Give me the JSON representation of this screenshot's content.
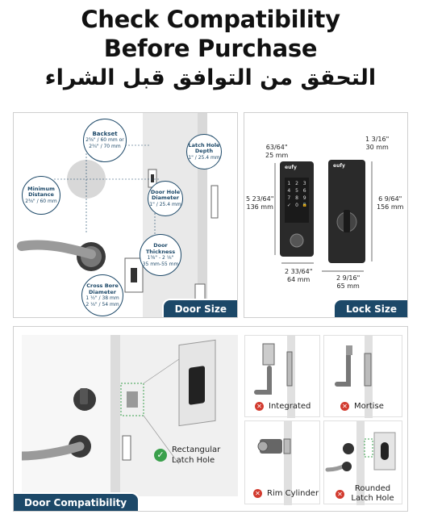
{
  "headline": {
    "line1": "Check Compatibility",
    "line2": "Before Purchase",
    "arabic": "التحقق من التوافق قبل الشراء"
  },
  "door_size": {
    "tag": "Door Size",
    "backset": {
      "title": "Backset",
      "v1": "2⅜\" / 60 mm or",
      "v2": "2¾\" / 70 mm"
    },
    "latch_depth": {
      "title": "Latch Hole Depth",
      "v1": "1\" / 25.4 mm"
    },
    "min_distance": {
      "title": "Minimum Distance",
      "v1": "2⅜\" / 60 mm"
    },
    "door_hole": {
      "title": "Door Hole Diameter",
      "v1": "1\" / 25.4 mm"
    },
    "thickness": {
      "title": "Door Thickness",
      "v1": "1⅜\" - 2 ⅛\"",
      "v2": "35 mm-55 mm"
    },
    "cross_bore": {
      "title": "Cross Bore Diameter",
      "v1": "1 ½\" / 38 mm",
      "v2": "2 ⅛\" / 54 mm"
    }
  },
  "lock_size": {
    "tag": "Lock Size",
    "brand": "eufy",
    "depth_left": {
      "frac": "63/64\"",
      "mm": "25 mm"
    },
    "height_left": {
      "frac": "5 23/64\"",
      "mm": "136 mm"
    },
    "width_left": {
      "frac": "2 33/64\"",
      "mm": "64 mm"
    },
    "depth_right": {
      "frac": "1 3/16\"",
      "mm": "30 mm"
    },
    "height_right": {
      "frac": "6 9/64\"",
      "mm": "156 mm"
    },
    "width_right": {
      "frac": "2 9/16\"",
      "mm": "65 mm"
    },
    "keypad": [
      "1",
      "2",
      "3",
      "4",
      "5",
      "6",
      "7",
      "8",
      "9",
      "✓",
      "0",
      "🔒"
    ]
  },
  "compat": {
    "tag": "Door Compatibility",
    "supported": "Rectangular Latch Hole",
    "unsupported": [
      "Integrated",
      "Mortise",
      "Rim Cylinder",
      "Rounded Latch Hole"
    ]
  },
  "colors": {
    "accent": "#1c4868",
    "ok": "#3aa04c",
    "bad": "#d23b2f"
  }
}
